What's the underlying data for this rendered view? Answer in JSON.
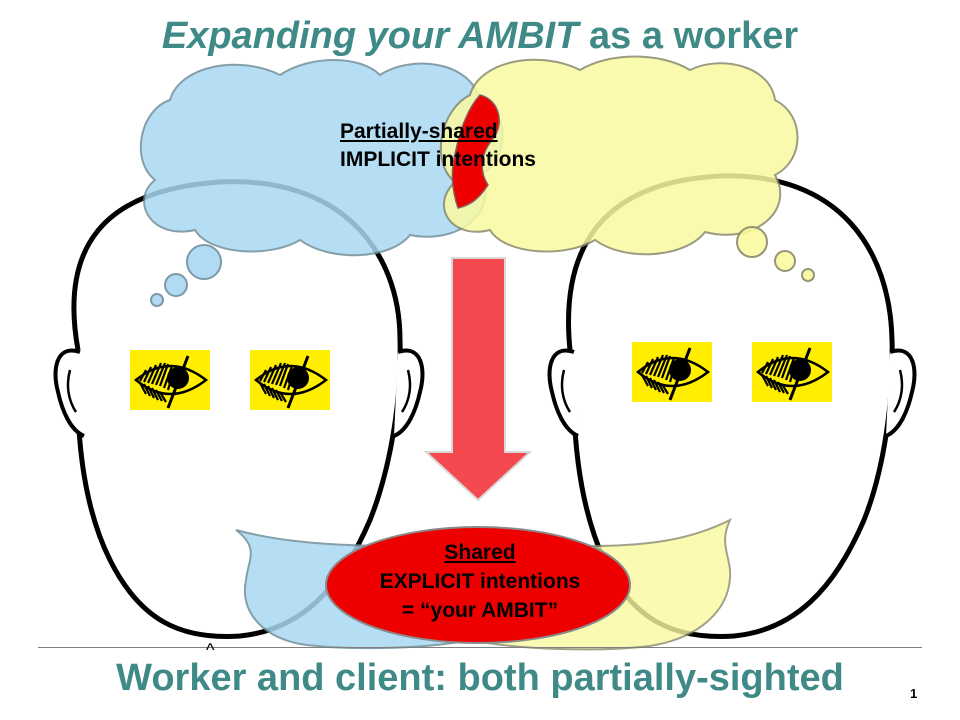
{
  "title": {
    "emphasis": "Expanding your AMBIT",
    "rest": " as a worker"
  },
  "implicit_bubble": {
    "heading": "Partially-shared",
    "text": "IMPLICIT intentions"
  },
  "explicit_bubble": {
    "heading": "Shared",
    "line1": "EXPLICIT intentions",
    "line2": "= “your AMBIT”"
  },
  "bottom_title": "Worker and client: both partially-sighted",
  "caret_mark": "^",
  "page_number": "1",
  "colors": {
    "title_teal": "#3f8a87",
    "left_blue": "#a9d8f3",
    "right_yellow": "#fafaa0",
    "overlap_red": "#ee0000",
    "arrow_red": "#f4494f",
    "eye_yellow": "#ffee00"
  },
  "icons": [
    "partially-sighted-eye-icon",
    "head-outline",
    "thought-bubble",
    "speech-bubble",
    "down-arrow"
  ]
}
